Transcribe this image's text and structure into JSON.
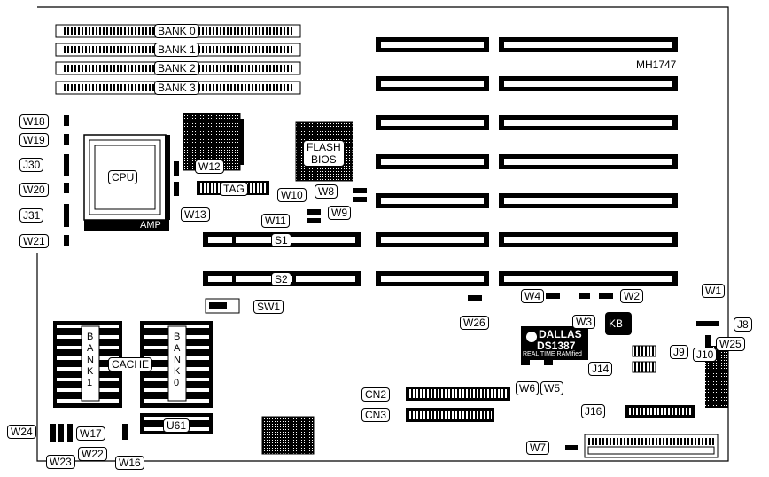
{
  "board": {
    "model_code": "MH1747",
    "memory_banks": [
      "BANK 0",
      "BANK 1",
      "BANK 2",
      "BANK 3"
    ],
    "cpu_label": "CPU",
    "amp_label": "AMP",
    "flash_bios_line1": "FLASH",
    "flash_bios_line2": "BIOS",
    "tag_label": "TAG",
    "slot_s1": "S1",
    "slot_s2": "S2",
    "switch_label": "SW1",
    "cache_label": "CACHE",
    "cache_bank1": "BANK1",
    "cache_bank0": "BANK0",
    "u61_label": "U61",
    "kb_label": "KB",
    "rtc_brand": "DALLAS",
    "rtc_part": "DS1387",
    "rtc_desc": "REAL TIME RAMified",
    "connectors": {
      "cn2": "CN2",
      "cn3": "CN3",
      "j8": "J8",
      "j9": "J9",
      "j10": "J10",
      "j14": "J14",
      "j16": "J16",
      "j30": "J30",
      "j31": "J31"
    },
    "jumpers": {
      "w1": "W1",
      "w2": "W2",
      "w3": "W3",
      "w4": "W4",
      "w5": "W5",
      "w6": "W6",
      "w7": "W7",
      "w8": "W8",
      "w9": "W9",
      "w10": "W10",
      "w11": "W11",
      "w12": "W12",
      "w13": "W13",
      "w16": "W16",
      "w17": "W17",
      "w18": "W18",
      "w19": "W19",
      "w20": "W20",
      "w21": "W21",
      "w22": "W22",
      "w23": "W23",
      "w24": "W24",
      "w25": "W25",
      "w26": "W26"
    }
  }
}
